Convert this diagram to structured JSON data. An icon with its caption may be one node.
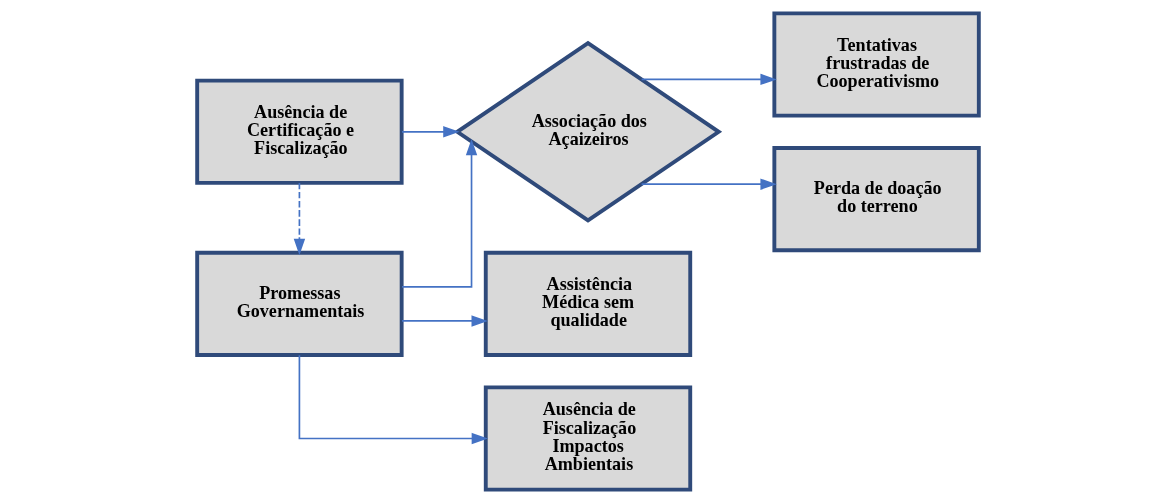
{
  "diagram": {
    "nodes": [
      {
        "text": [
          "Tentativas frustradas de Cooperativismo"
        ]
      },
      {
        "text": [
          "Associação dos Açaizeiros"
        ]
      },
      {
        "text": [
          "Ausência de Certificação e Fiscalização"
        ]
      },
      {
        "text": [
          "Perda de doação do terreno"
        ]
      },
      {
        "text": [
          "Promessas Governamentais"
        ]
      },
      {
        "text": [
          "Assistência Médica sem qualidade"
        ]
      },
      {
        "text": [
          "Ausência de Fiscalização Impactos Ambientais"
        ]
      }
    ],
    "edges": [
      {
        "from": 1,
        "to": 0,
        "arrow": "to"
      },
      {
        "from": 1,
        "to": 3,
        "arrow": "to"
      },
      {
        "from": 2,
        "to": 1,
        "arrow": "to"
      },
      {
        "from": 4,
        "to": 1,
        "arrow": "to"
      },
      {
        "from": 2,
        "to": 4,
        "arrow": "to",
        "style": "dashed"
      },
      {
        "from": 4,
        "to": 5,
        "arrow": "to"
      },
      {
        "from": 4,
        "to": 6,
        "arrow": "to"
      }
    ]
  }
}
